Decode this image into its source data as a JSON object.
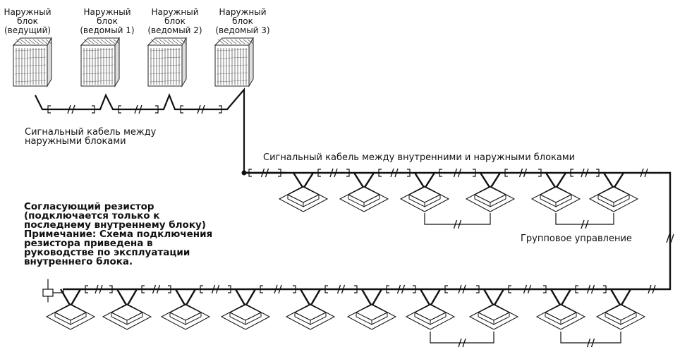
{
  "outdoor_units": [
    {
      "label": "Наружный\nблок\n(ведущий)"
    },
    {
      "label": "Наружный\nблок\n(ведомый 1)"
    },
    {
      "label": "Наружный\nблок\n(ведомый 2)"
    },
    {
      "label": "Наружный\nблок\n(ведомый 3)"
    }
  ],
  "labels": {
    "outdoor_cable": "Сигнальный кабель между\nнаружными блоками",
    "indoor_outdoor_cable": "Сигнальный кабель между внутренними и наружными блоками",
    "resistor_note": "Согласующий резистор\n(подключается только к\nпоследнему внутреннему блоку)\nПримечание: Схема подключения\nрезистора приведена в\nруководстве по эксплуатации\nвнутреннего блока.",
    "group_control": "Групповое управление"
  },
  "indoor_row_1": {
    "count": 6,
    "group_pairs": [
      [
        2,
        3
      ],
      [
        4,
        5
      ]
    ]
  },
  "indoor_row_2": {
    "count": 10,
    "group_pairs": [
      [
        6,
        7
      ],
      [
        8,
        9
      ]
    ]
  }
}
